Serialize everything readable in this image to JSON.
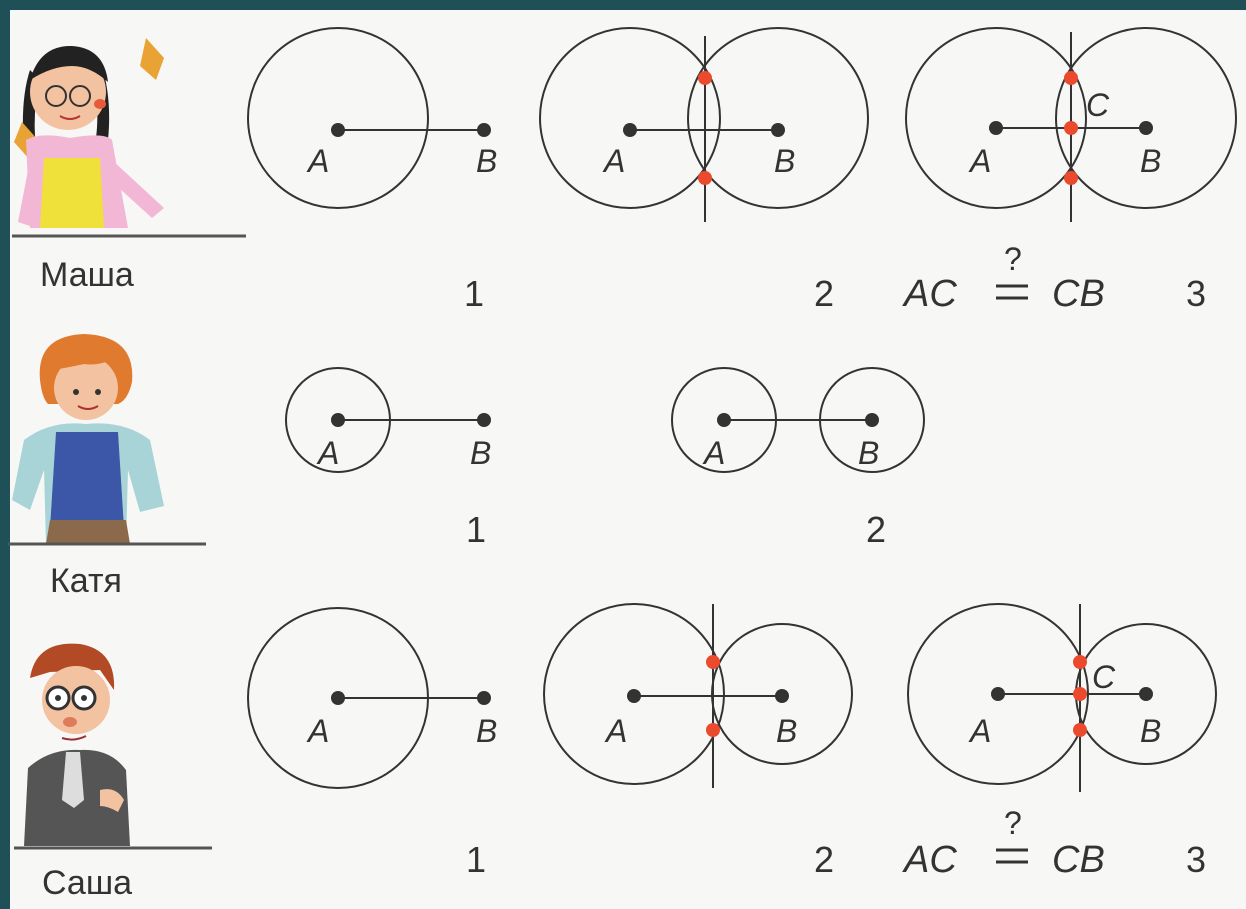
{
  "students": [
    {
      "name": "Маша"
    },
    {
      "name": "Катя"
    },
    {
      "name": "Саша"
    }
  ],
  "labels": {
    "point_a": "A",
    "point_b": "B",
    "point_c": "C",
    "step1": "1",
    "step2": "2",
    "step3": "3",
    "equation_lhs": "AC",
    "equation_question": "?",
    "equation_rhs": "CB"
  },
  "colors": {
    "frame": "#1f4f57",
    "paper": "#f7f7f5",
    "line": "#333333",
    "intersection": "#ec4a2c"
  }
}
